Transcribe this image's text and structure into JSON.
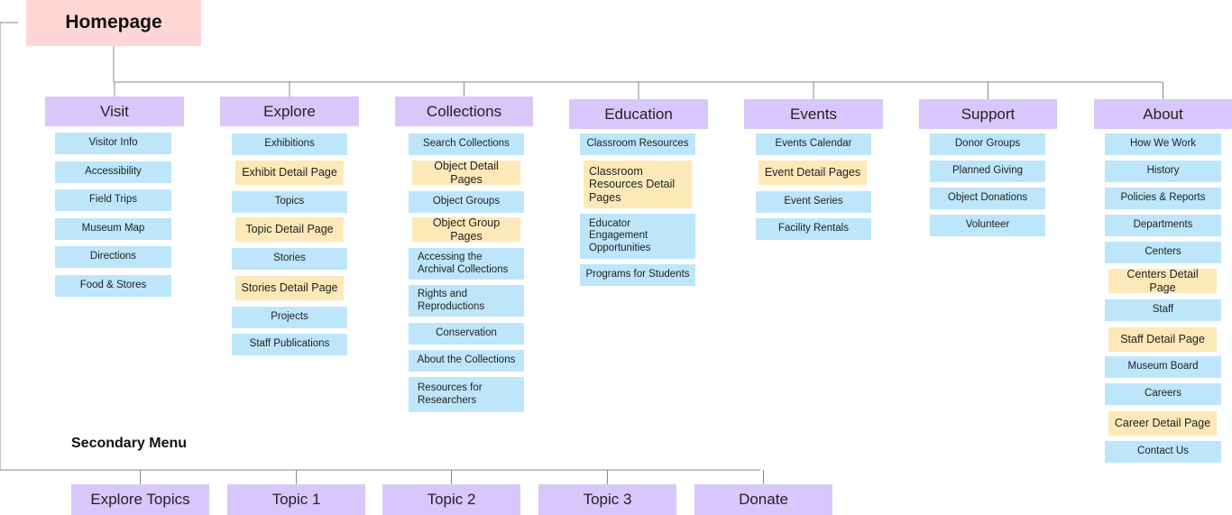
{
  "homepage": {
    "label": "Homepage"
  },
  "columns": [
    {
      "label": "Visit",
      "items": [
        {
          "label": "Visitor Info",
          "type": "page"
        },
        {
          "label": "Accessibility",
          "type": "page"
        },
        {
          "label": "Field Trips",
          "type": "page"
        },
        {
          "label": "Museum Map",
          "type": "page"
        },
        {
          "label": "Directions",
          "type": "page"
        },
        {
          "label": "Food & Stores",
          "type": "page"
        }
      ]
    },
    {
      "label": "Explore",
      "items": [
        {
          "label": "Exhibitions",
          "type": "page"
        },
        {
          "label": "Exhibit Detail Page",
          "type": "detail"
        },
        {
          "label": "Topics",
          "type": "page"
        },
        {
          "label": "Topic Detail Page",
          "type": "detail"
        },
        {
          "label": "Stories",
          "type": "page"
        },
        {
          "label": "Stories Detail Page",
          "type": "detail"
        },
        {
          "label": "Projects",
          "type": "page"
        },
        {
          "label": "Staff Publications",
          "type": "page"
        }
      ]
    },
    {
      "label": "Collections",
      "items": [
        {
          "label": "Search Collections",
          "type": "page"
        },
        {
          "label": "Object Detail Pages",
          "type": "detail"
        },
        {
          "label": "Object Groups",
          "type": "page"
        },
        {
          "label": "Object Group Pages",
          "type": "detail"
        },
        {
          "label": "Accessing the Archival Collections",
          "type": "page"
        },
        {
          "label": "Rights and Reproductions",
          "type": "page"
        },
        {
          "label": "Conservation",
          "type": "page"
        },
        {
          "label": "About the Collections",
          "type": "page"
        },
        {
          "label": "Resources for Researchers",
          "type": "page"
        }
      ]
    },
    {
      "label": "Education",
      "items": [
        {
          "label": "Classroom Resources",
          "type": "page"
        },
        {
          "label": "Classroom Resources Detail Pages",
          "type": "detail"
        },
        {
          "label": "Educator Engagement Opportunities",
          "type": "page"
        },
        {
          "label": "Programs for Students",
          "type": "page"
        }
      ]
    },
    {
      "label": "Events",
      "items": [
        {
          "label": "Events Calendar",
          "type": "page"
        },
        {
          "label": "Event Detail Pages",
          "type": "detail"
        },
        {
          "label": "Event Series",
          "type": "page"
        },
        {
          "label": "Facility Rentals",
          "type": "page"
        }
      ]
    },
    {
      "label": "Support",
      "items": [
        {
          "label": "Donor Groups",
          "type": "page"
        },
        {
          "label": "Planned Giving",
          "type": "page"
        },
        {
          "label": "Object Donations",
          "type": "page"
        },
        {
          "label": "Volunteer",
          "type": "page"
        }
      ]
    },
    {
      "label": "About",
      "items": [
        {
          "label": "How We Work",
          "type": "page"
        },
        {
          "label": "History",
          "type": "page"
        },
        {
          "label": "Policies & Reports",
          "type": "page"
        },
        {
          "label": "Departments",
          "type": "page"
        },
        {
          "label": "Centers",
          "type": "page"
        },
        {
          "label": "Centers Detail Page",
          "type": "detail"
        },
        {
          "label": "Staff",
          "type": "page"
        },
        {
          "label": "Staff Detail Page",
          "type": "detail"
        },
        {
          "label": "Museum Board",
          "type": "page"
        },
        {
          "label": "Careers",
          "type": "page"
        },
        {
          "label": "Career Detail Page",
          "type": "detail"
        },
        {
          "label": "Contact Us",
          "type": "page"
        }
      ]
    }
  ],
  "secondary_menu": {
    "title": "Secondary Menu",
    "items": [
      "Explore Topics",
      "Topic 1",
      "Topic 2",
      "Topic 3",
      "Donate"
    ]
  },
  "colors": {
    "homepage": "#ffd6d6",
    "section": "#d9c7fb",
    "page": "#bde6fb",
    "detail_page": "#fde8b8",
    "connector": "#8a8a8a"
  }
}
